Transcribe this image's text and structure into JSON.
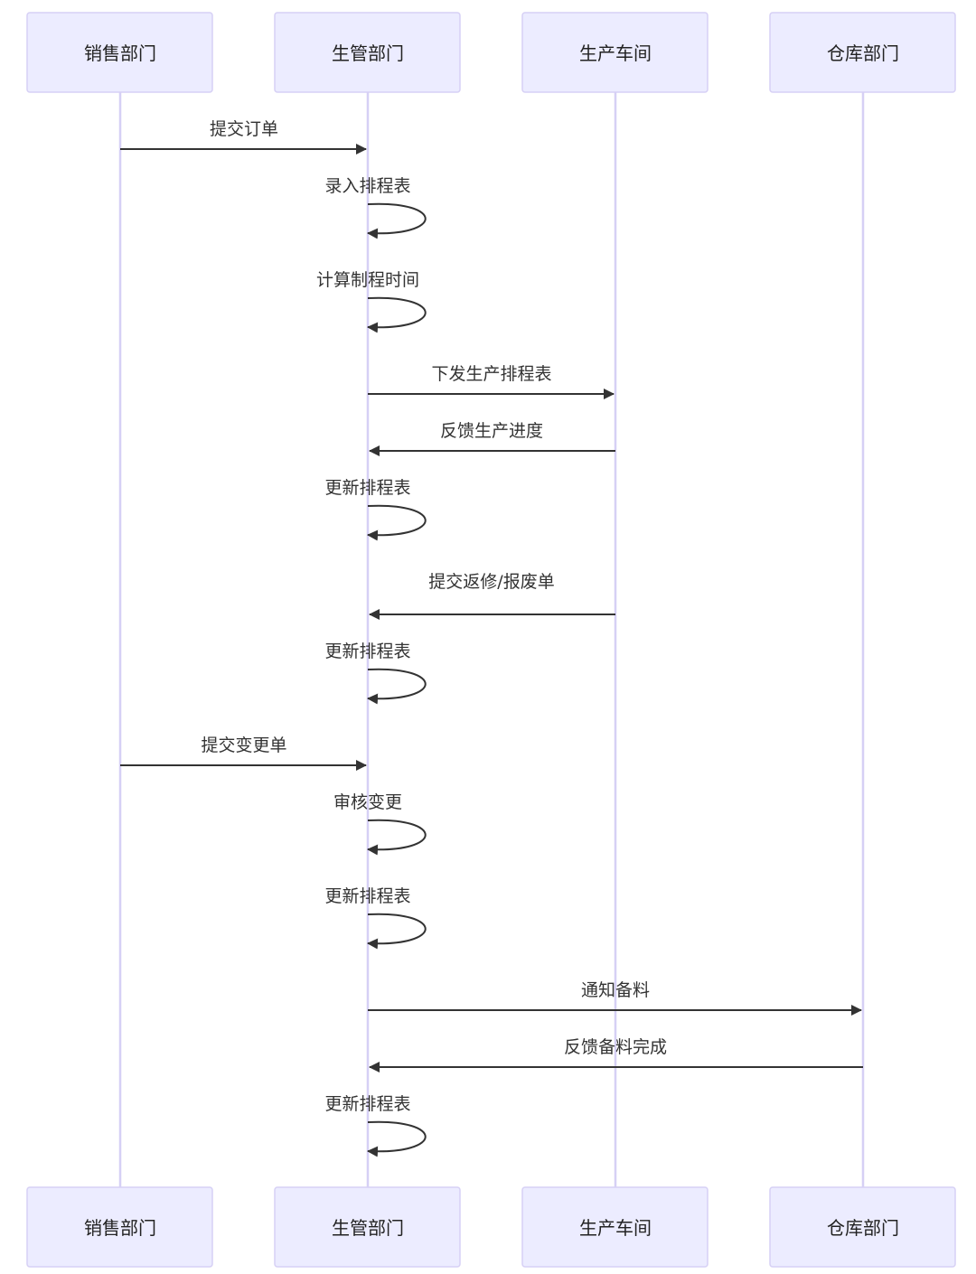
{
  "participants": [
    "销售部门",
    "生管部门",
    "生产车间",
    "仓库部门"
  ],
  "messages": [
    {
      "from": 0,
      "to": 1,
      "label": "提交订单"
    },
    {
      "from": 1,
      "to": 1,
      "label": "录入排程表"
    },
    {
      "from": 1,
      "to": 1,
      "label": "计算制程时间"
    },
    {
      "from": 1,
      "to": 2,
      "label": "下发生产排程表"
    },
    {
      "from": 2,
      "to": 1,
      "label": "反馈生产进度"
    },
    {
      "from": 1,
      "to": 1,
      "label": "更新排程表"
    },
    {
      "from": 2,
      "to": 1,
      "label": "提交返修/报废单"
    },
    {
      "from": 1,
      "to": 1,
      "label": "更新排程表"
    },
    {
      "from": 0,
      "to": 1,
      "label": "提交变更单"
    },
    {
      "from": 1,
      "to": 1,
      "label": "审核变更"
    },
    {
      "from": 1,
      "to": 1,
      "label": "更新排程表"
    },
    {
      "from": 1,
      "to": 3,
      "label": "通知备料"
    },
    {
      "from": 3,
      "to": 1,
      "label": "反馈备料完成"
    },
    {
      "from": 1,
      "to": 1,
      "label": "更新排程表"
    }
  ],
  "colors": {
    "actor_fill": "#ECECFF",
    "actor_stroke": "#D6D0F5",
    "line": "#333333"
  }
}
